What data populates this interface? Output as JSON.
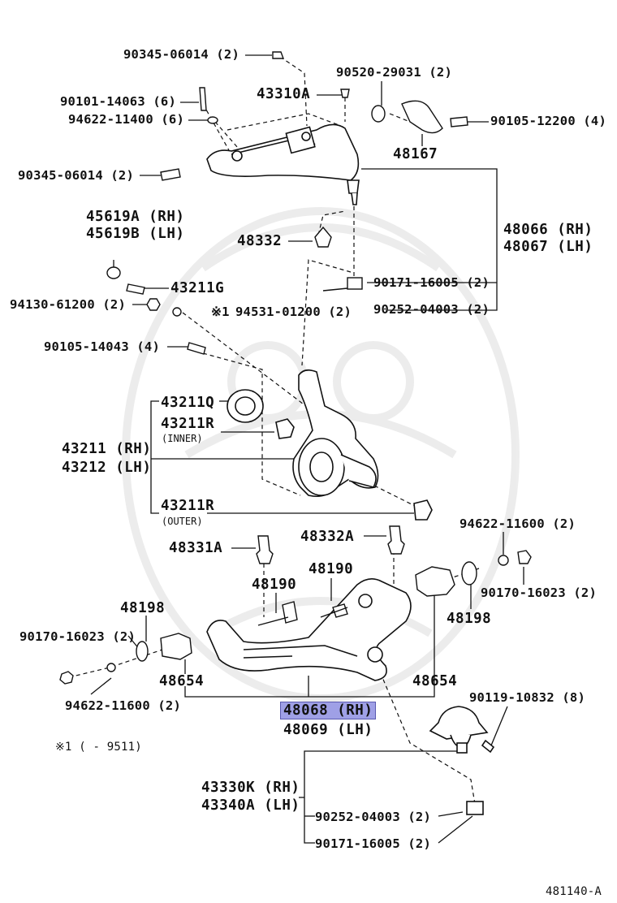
{
  "labels": {
    "p90345_06014_top": "90345-06014 (2)",
    "p90520_29031": "90520-29031 (2)",
    "p90101_14063": "90101-14063 (6)",
    "p43310A": "43310A",
    "p94622_11400": "94622-11400 (6)",
    "p90105_12200": "90105-12200 (4)",
    "p48167": "48167",
    "p90345_06014_mid": "90345-06014 (2)",
    "p45619A": "45619A (RH)",
    "p45619B": "45619B (LH)",
    "p48066": "48066 (RH)",
    "p48067": "48067 (LH)",
    "p48332": "48332",
    "p90171_16005_top": "90171-16005 (2)",
    "p43211G": "43211G",
    "p94130_61200": "94130-61200 (2)",
    "p90252_04003_top": "90252-04003 (2)",
    "note_mark": "※1",
    "p94531_01200": "94531-01200 (2)",
    "p90105_14043": "90105-14043 (4)",
    "p43211Q": "43211Q",
    "p43211R_inner": "43211R",
    "inner_note": "(INNER)",
    "p43211": "43211 (RH)",
    "p43212": "43212 (LH)",
    "p43211R_outer": "43211R",
    "outer_note": "(OUTER)",
    "p94622_11600_right": "94622-11600 (2)",
    "p48331A": "48331A",
    "p48332A": "48332A",
    "p48190_right": "48190",
    "p48190_left": "48190",
    "p90170_16023_right": "90170-16023 (2)",
    "p48198_left": "48198",
    "p48198_right": "48198",
    "p90170_16023_left": "90170-16023 (2)",
    "p48654_left": "48654",
    "p48654_right": "48654",
    "p90119_10832": "90119-10832 (8)",
    "p94622_11600_left": "94622-11600 (2)",
    "p48068": "48068 (RH)",
    "p48069": "48069 (LH)",
    "footnote": "※1 (      - 9511)",
    "p43330K": "43330K (RH)",
    "p43340A": "43340A (LH)",
    "p90252_04003_bottom": "90252-04003 (2)",
    "p90171_16005_bottom": "90171-16005 (2)",
    "diagram_id": "481140-A"
  },
  "highlight_color": "#9fa0e6"
}
